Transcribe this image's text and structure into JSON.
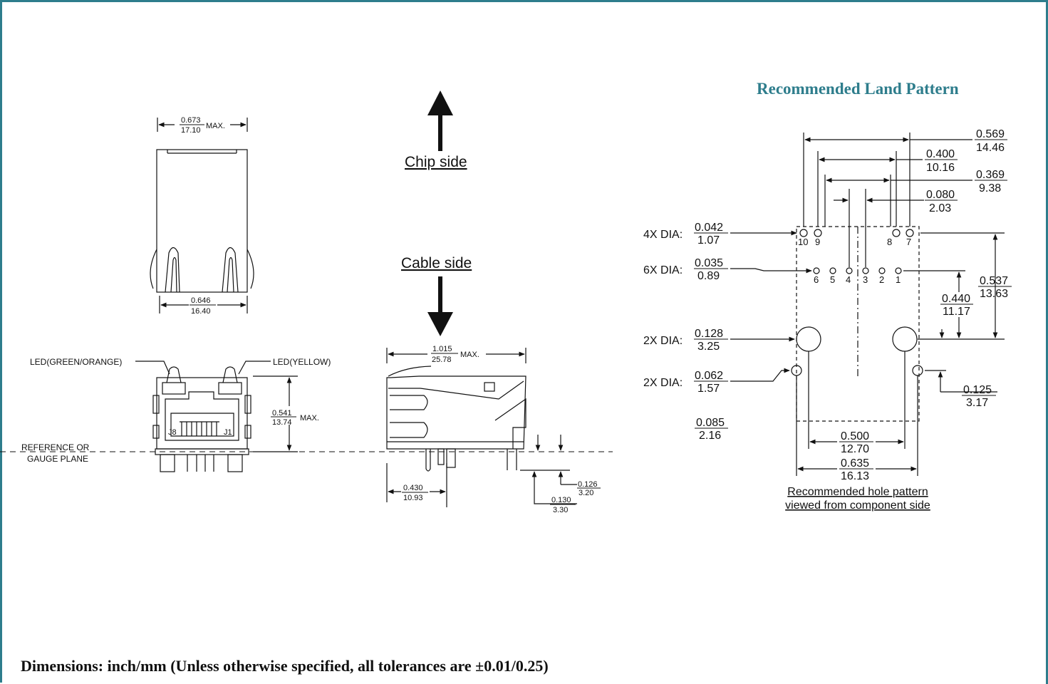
{
  "land_pattern_title": "Recommended Land Pattern",
  "footer_note": "Dimensions: inch/mm (Unless otherwise specified, all tolerances are ±0.01/0.25)",
  "direction": {
    "chip_side": "Chip side",
    "cable_side": "Cable side"
  },
  "top_view": {
    "width_max": {
      "inch": "0.673",
      "mm": "17.10",
      "suffix": "MAX."
    },
    "width_bottom": {
      "inch": "0.646",
      "mm": "16.40"
    }
  },
  "front_view": {
    "led_left": "LED(GREEN/ORANGE)",
    "led_right": "LED(YELLOW)",
    "pin_j8": "J8",
    "pin_j1": "J1",
    "reference_line1": "REFERENCE OR",
    "reference_line2": "GAUGE PLANE",
    "height_max": {
      "inch": "0.541",
      "mm": "13.74",
      "suffix": "MAX."
    }
  },
  "side_view": {
    "length_max": {
      "inch": "1.015",
      "mm": "25.78",
      "suffix": "MAX."
    },
    "front_offset": {
      "inch": "0.430",
      "mm": "10.93"
    },
    "pin_length": {
      "inch": "0.130",
      "mm": "3.30"
    },
    "peg_length": {
      "inch": "0.126",
      "mm": "3.20"
    }
  },
  "land_pattern": {
    "dims": {
      "d569": {
        "inch": "0.569",
        "mm": "14.46"
      },
      "d400": {
        "inch": "0.400",
        "mm": "10.16"
      },
      "d369": {
        "inch": "0.369",
        "mm": "9.38"
      },
      "d080": {
        "inch": "0.080",
        "mm": "2.03"
      },
      "d537": {
        "inch": "0.537",
        "mm": "13.63"
      },
      "d440": {
        "inch": "0.440",
        "mm": "11.17"
      },
      "d125": {
        "inch": "0.125",
        "mm": "3.17"
      },
      "d085": {
        "inch": "0.085",
        "mm": "2.16"
      },
      "d500": {
        "inch": "0.500",
        "mm": "12.70"
      },
      "d635": {
        "inch": "0.635",
        "mm": "16.13"
      }
    },
    "holes": {
      "h4x": {
        "label": "4X DIA:",
        "inch": "0.042",
        "mm": "1.07"
      },
      "h6x": {
        "label": "6X DIA:",
        "inch": "0.035",
        "mm": "0.89"
      },
      "h2x_large": {
        "label": "2X DIA:",
        "inch": "0.128",
        "mm": "3.25"
      },
      "h2x_small": {
        "label": "2X DIA:",
        "inch": "0.062",
        "mm": "1.57"
      }
    },
    "pin_numbers": {
      "p10": "10",
      "p9": "9",
      "p8": "8",
      "p7": "7",
      "p6": "6",
      "p5": "5",
      "p4": "4",
      "p3": "3",
      "p2": "2",
      "p1": "1"
    },
    "caption_line1": "Recommended hole pattern",
    "caption_line2": "viewed from component side"
  }
}
